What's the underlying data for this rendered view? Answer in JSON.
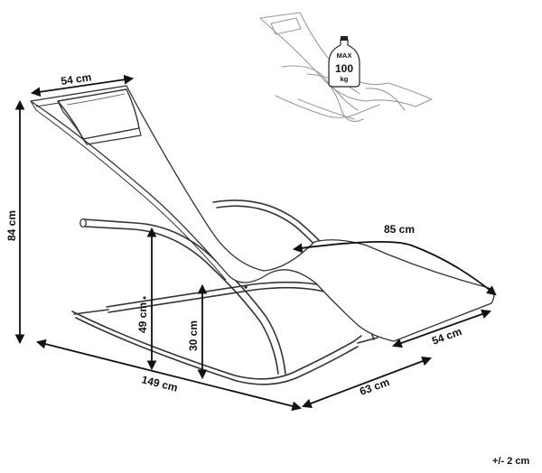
{
  "dimensions": {
    "top_width": "54 cm",
    "height": "84 cm",
    "seat_length": "85 cm",
    "foot_width": "54 cm",
    "armrest_height": "49 cm",
    "seat_height": "30 cm",
    "overall_length": "149 cm",
    "base_width": "63 cm"
  },
  "load_badge": {
    "line1": "MAX",
    "line2": "100",
    "line3": "kg"
  },
  "tolerance": "+/- 2 cm",
  "colors": {
    "line": "#333333",
    "thumbnail_line": "#9a9a9a",
    "text": "#111111",
    "background": "#ffffff"
  }
}
